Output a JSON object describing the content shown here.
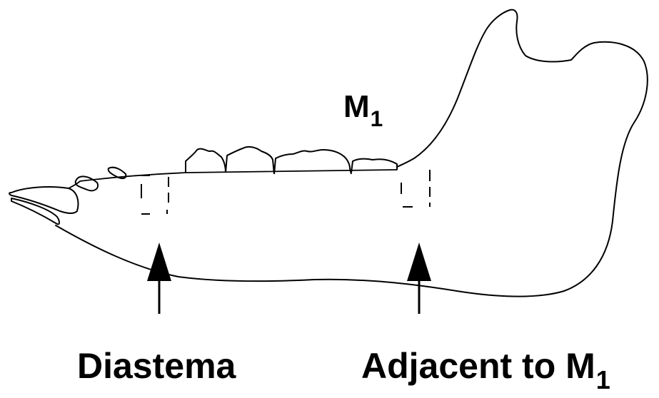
{
  "colors": {
    "line": "#000000",
    "background": "#ffffff"
  },
  "labels": {
    "m1_main": "M",
    "m1_sub": "1",
    "diastema": "Diastema",
    "adjacent_main": "Adjacent to M",
    "adjacent_sub": "1"
  }
}
